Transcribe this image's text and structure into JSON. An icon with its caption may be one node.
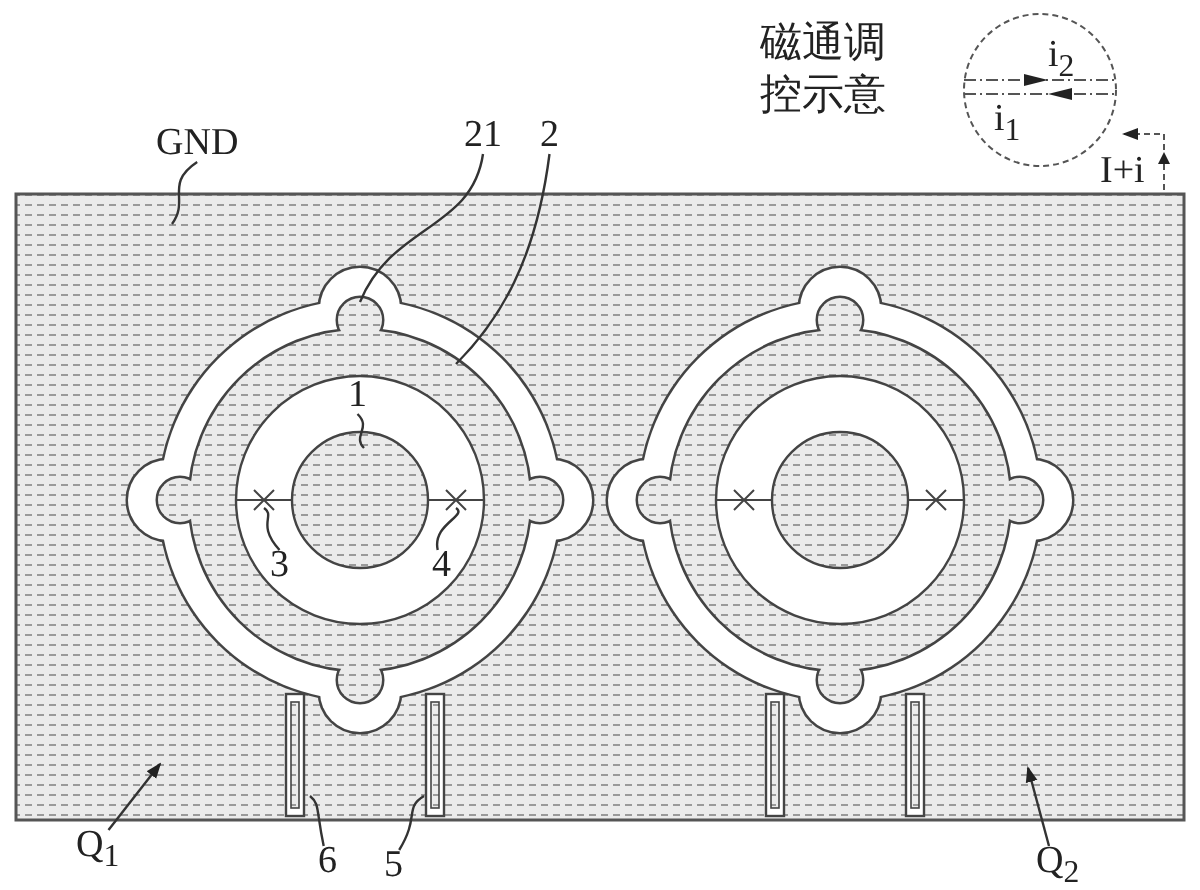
{
  "diagram": {
    "nodes": [
      {
        "text": [
          "GND"
        ]
      },
      {
        "text": [
          "21"
        ]
      },
      {
        "text": [
          "2"
        ]
      },
      {
        "text": [
          "1"
        ]
      },
      {
        "text": [
          "3"
        ]
      },
      {
        "text": [
          "4"
        ]
      },
      {
        "text": [
          "Q$_{1}$"
        ]
      },
      {
        "text": [
          "6"
        ]
      },
      {
        "text": [
          "5"
        ]
      },
      {
        "text": [
          "Q$_{2}$"
        ]
      },
      {
        "text": [],
        "shape": "circle"
      }
    ],
    "edges": [
      {
        "from": 0,
        "to": null,
        "arrow": "none"
      },
      {
        "from": 1,
        "to": 10,
        "arrow": "none"
      },
      {
        "from": 2,
        "to": null,
        "arrow": "none"
      },
      {
        "from": 3,
        "to": null,
        "arrow": "none"
      },
      {
        "from": 4,
        "to": null,
        "arrow": "none"
      },
      {
        "from": 5,
        "to": null,
        "arrow": "none"
      },
      {
        "from": 6,
        "to": null,
        "arrow": "to"
      },
      {
        "from": 7,
        "to": null,
        "arrow": "none"
      },
      {
        "from": 8,
        "to": null,
        "arrow": "none"
      },
      {
        "from": 9,
        "to": null,
        "arrow": "to"
      }
    ],
    "labels": [
      "磁通调控示意",
      "i$_{2}$",
      "i$_{1}$",
      "I+i"
    ]
  }
}
